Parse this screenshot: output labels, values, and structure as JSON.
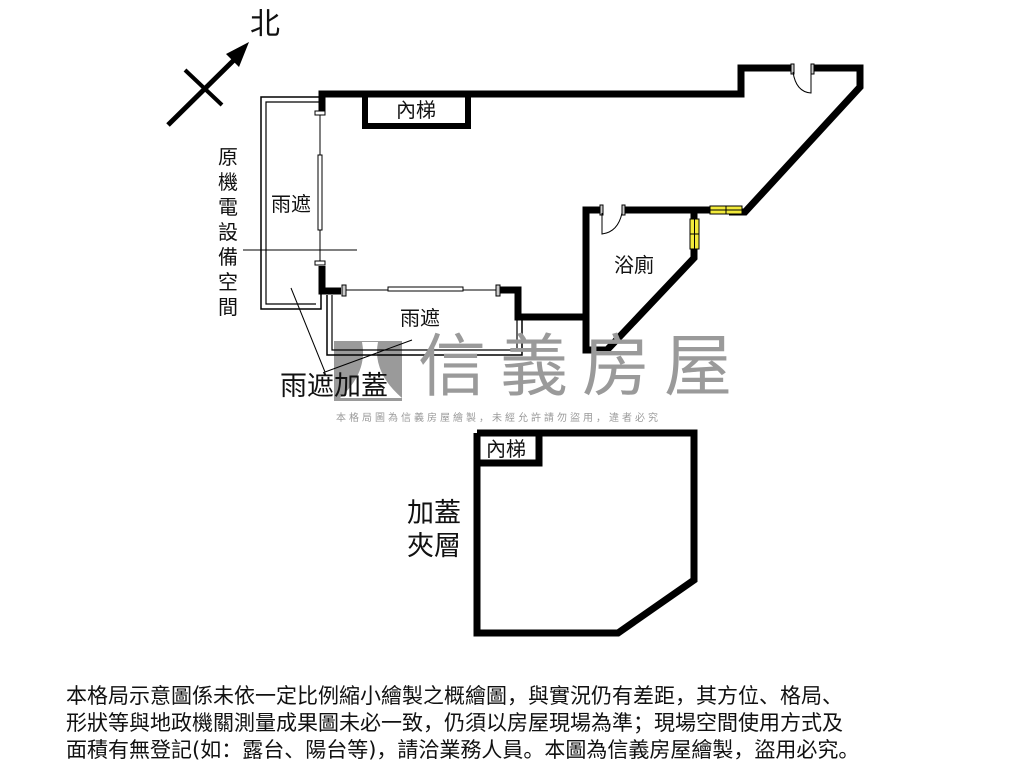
{
  "compass": {
    "north_label": "北"
  },
  "rooms": {
    "inner_stair_upper": "內梯",
    "canopy_left": "雨遮",
    "canopy_bottom": "雨遮",
    "bathroom": "浴廁",
    "inner_stair_mezzanine": "內梯"
  },
  "annotations": {
    "equipment_space_vertical": [
      "原",
      "機",
      "電",
      "設",
      "備",
      "空",
      "間"
    ],
    "canopy_addition": "雨遮加蓋",
    "mezzanine_line1": "加蓋",
    "mezzanine_line2": "夾層"
  },
  "watermark": {
    "brand": "信義房屋",
    "notice": "本格局圖為信義房屋繪製，未經允許請勿盜用，違者必究"
  },
  "disclaimer": {
    "lines": [
      "本格局示意圖係未依一定比例縮小繪製之概繪圖，與實況仍有差距，其方位、格局、",
      "形狀等與地政機關測量成果圖未必一致，仍須以房屋現場為準；現場空間使用方式及",
      "面積有無登記(如：露台、陽台等)，請洽業務人員。本圖為信義房屋繪製，盜用必究。"
    ]
  },
  "colors": {
    "wall": "#000000",
    "window_fill": "#f2ea3a",
    "watermark": "#9a9a9a",
    "background": "#ffffff"
  }
}
